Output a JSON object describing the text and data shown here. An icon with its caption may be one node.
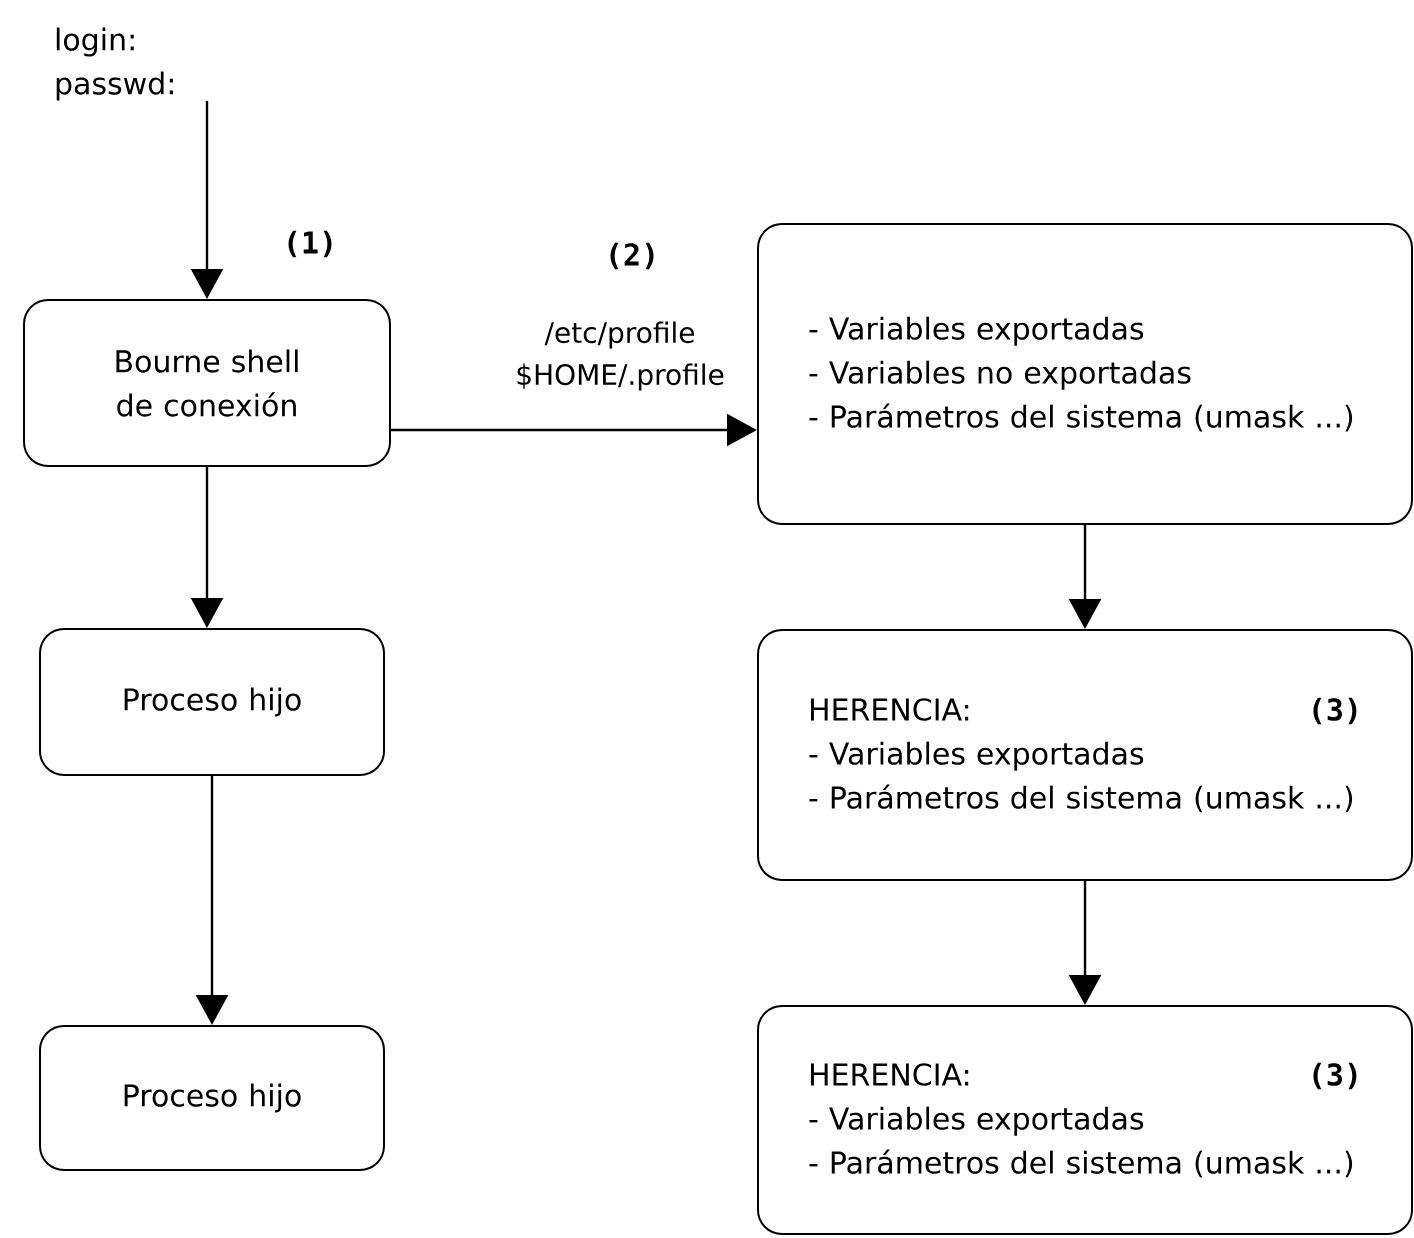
{
  "diagram": {
    "nodes": [
      {
        "text": [
          "login: passwd:"
        ]
      },
      {
        "text": [
          "Bourne shell de conexión"
        ]
      },
      {
        "text": [
          "Proceso hijo"
        ]
      },
      {
        "text": [
          "Proceso hijo"
        ]
      },
      {
        "text": [
          "- Variables exportadas",
          "- Variables no exportadas",
          "- Parámetros del sistema (umask ...)"
        ]
      },
      {
        "text": [
          "HERENCIA:",
          "(3)",
          "- Variables exportadas",
          "- Parámetros del sistema (umask ...)"
        ]
      },
      {
        "text": [
          "HERENCIA:",
          "(3)",
          "- Variables exportadas",
          "- Parámetros del sistema (umask ...)"
        ]
      }
    ],
    "edges": [
      {
        "from": 0,
        "to": 1,
        "arrow": "to"
      },
      {
        "from": 1,
        "to": 4,
        "arrow": "to",
        "label": "/etc/profile $HOME/.profile"
      },
      {
        "from": 1,
        "to": 2,
        "arrow": "to"
      },
      {
        "from": 2,
        "to": 3,
        "arrow": "to"
      },
      {
        "from": 4,
        "to": 5,
        "arrow": "to"
      },
      {
        "from": 5,
        "to": 6,
        "arrow": "to"
      }
    ],
    "labels": [
      "(1)",
      "(2)"
    ]
  }
}
